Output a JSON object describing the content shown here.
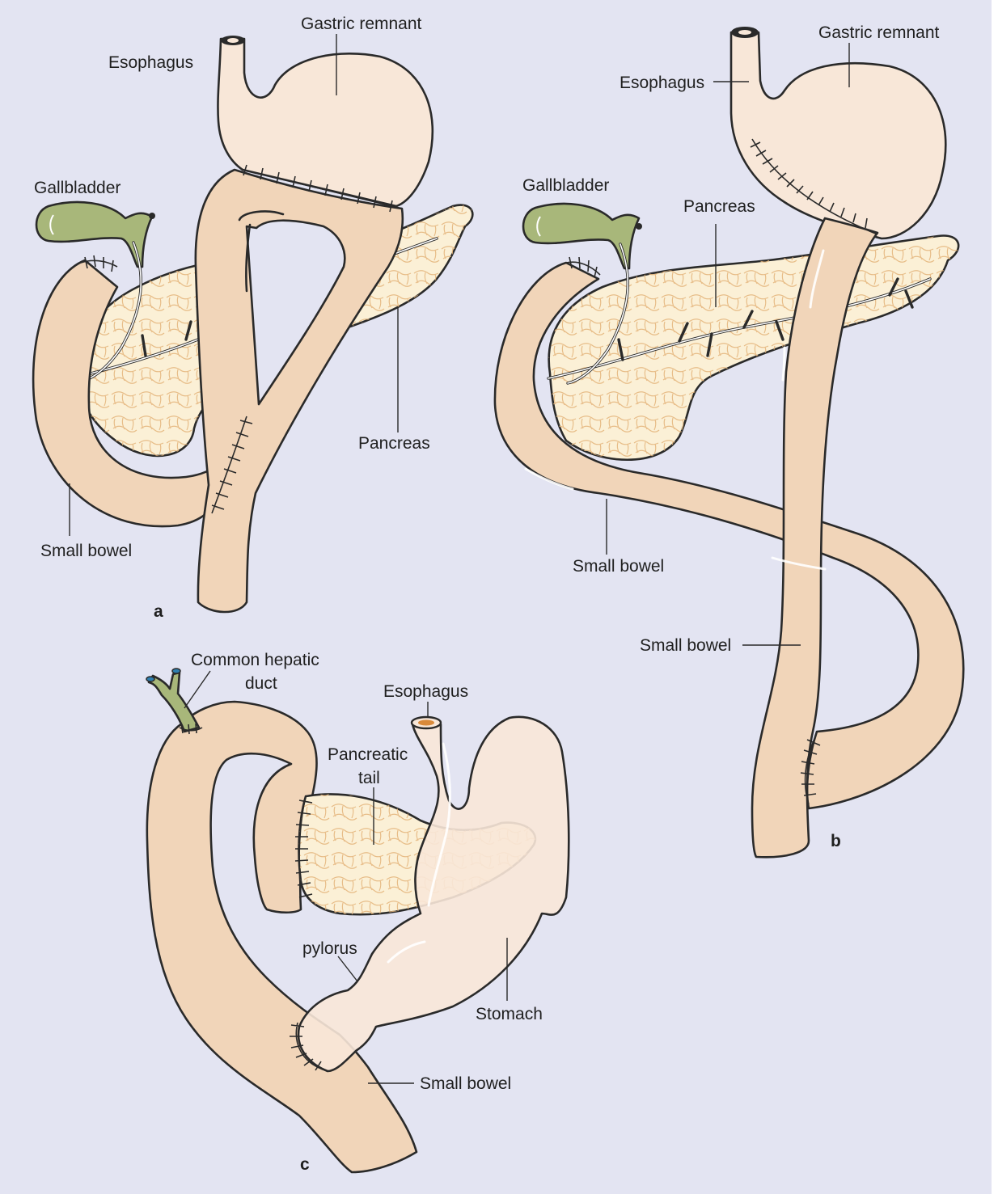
{
  "colors": {
    "background": "#e3e4f2",
    "bowel": "#f1d5b9",
    "stomach": "#f8e7d8",
    "pancreas": "#fbf0d6",
    "pancreas_lobule": "#e4b47a",
    "gallbladder": "#a8b77a",
    "outline": "#2a2a2a"
  },
  "panel_a": {
    "letter": "a",
    "labels": {
      "esophagus": "Esophagus",
      "gastric_remnant": "Gastric remnant",
      "gallbladder": "Gallbladder",
      "pancreas": "Pancreas",
      "small_bowel": "Small bowel"
    }
  },
  "panel_b": {
    "letter": "b",
    "labels": {
      "esophagus": "Esophagus",
      "gastric_remnant": "Gastric remnant",
      "gallbladder": "Gallbladder",
      "pancreas": "Pancreas",
      "small_bowel_1": "Small bowel",
      "small_bowel_2": "Small bowel"
    }
  },
  "panel_c": {
    "letter": "c",
    "labels": {
      "common_hepatic_duct_1": "Common hepatic",
      "common_hepatic_duct_2": "duct",
      "esophagus": "Esophagus",
      "pancreatic_tail_1": "Pancreatic",
      "pancreatic_tail_2": "tail",
      "pylorus": "pylorus",
      "stomach": "Stomach",
      "small_bowel": "Small bowel"
    }
  }
}
